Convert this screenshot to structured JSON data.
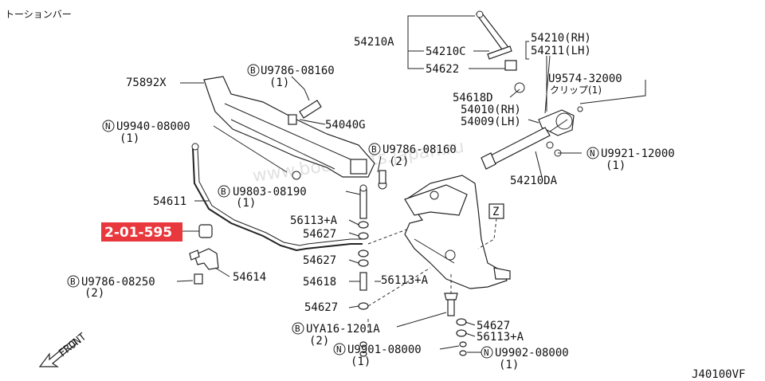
{
  "title": "トーションバー",
  "drawing_no": "J40100VF",
  "front_label": "FRONT",
  "section_marker": "Z",
  "watermark": "www.bodyparts.japan.ru",
  "highlight": {
    "label": "2-01-595",
    "color": "#e8383d"
  },
  "labels": {
    "p54210A": "54210A",
    "p54210C": "54210C",
    "p54622": "54622",
    "p54210RH": "54210(RH)",
    "p54211LH": "54211(LH)",
    "pU9574": "U9574-32000",
    "pU9574sub": "クリップ(1)",
    "p75892X": "75892X",
    "pU9786a": "U9786-08160",
    "pU9786aq": "(1)",
    "p54040G": "54040G",
    "p54618D": "54618D",
    "p54010RH": "54010(RH)",
    "p54009LH": "54009(LH)",
    "pU9940": "U9940-08000",
    "pU9940q": "(1)",
    "pU9786b": "U9786-08160",
    "pU9786bq": "(2)",
    "pU9921": "U9921-12000",
    "pU9921q": "(1)",
    "p54611": "54611",
    "pU9803": "U9803-08190",
    "pU9803q": "(1)",
    "p54210DA": "54210DA",
    "p56113A1": "56113+A",
    "p54627a": "54627",
    "p54627b": "54627",
    "p54614": "54614",
    "pU9786c": "U9786-08250",
    "pU9786cq": "(2)",
    "p54618": "54618",
    "p56113A2": "56113+A",
    "p54627c": "54627",
    "pUYA16": "UYA16-1201A",
    "pUYA16q": "(2)",
    "p54627d": "54627",
    "p56113A3": "56113+A",
    "pU9901": "U9901-08000",
    "pU9901q": "(1)",
    "pU9902": "U9902-08000",
    "pU9902q": "(1)"
  },
  "prefix_letters": {
    "B": "B",
    "N": "N"
  }
}
